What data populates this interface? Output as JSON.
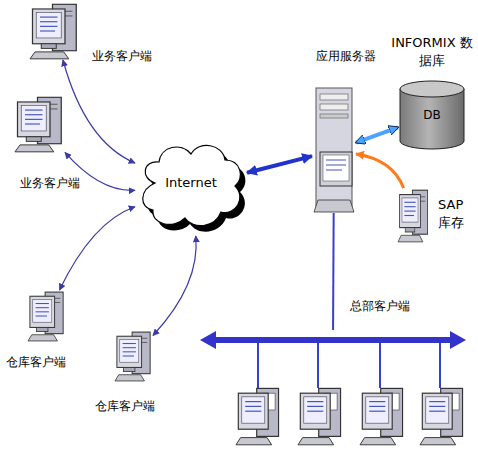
{
  "diagram": {
    "nodes": [
      {
        "text": [
          "业务客户端"
        ]
      },
      {
        "text": [
          "应用服务器"
        ]
      },
      {
        "text": [
          "INFORMIX 数据库",
          "DB"
        ]
      },
      {
        "text": [
          "业务客户端"
        ]
      },
      {
        "text": [
          "Internet"
        ]
      },
      {
        "text": [
          "SAP 库存"
        ]
      },
      {
        "text": [
          "总部客户端"
        ]
      },
      {
        "text": [
          "仓库客户端"
        ]
      },
      {
        "text": [
          "仓库客户端"
        ]
      }
    ],
    "edges": [
      {
        "from": 0,
        "to": 4,
        "arrow": "both"
      },
      {
        "from": 3,
        "to": 4,
        "arrow": "both"
      },
      {
        "from": 7,
        "to": 4,
        "arrow": "both"
      },
      {
        "from": 8,
        "to": 4,
        "arrow": "both"
      },
      {
        "from": 4,
        "to": 1,
        "arrow": "both"
      },
      {
        "from": 1,
        "to": 2,
        "arrow": "both"
      },
      {
        "from": 5,
        "to": 1,
        "arrow": "to"
      },
      {
        "from": 1,
        "to": 6,
        "arrow": "none"
      }
    ]
  }
}
